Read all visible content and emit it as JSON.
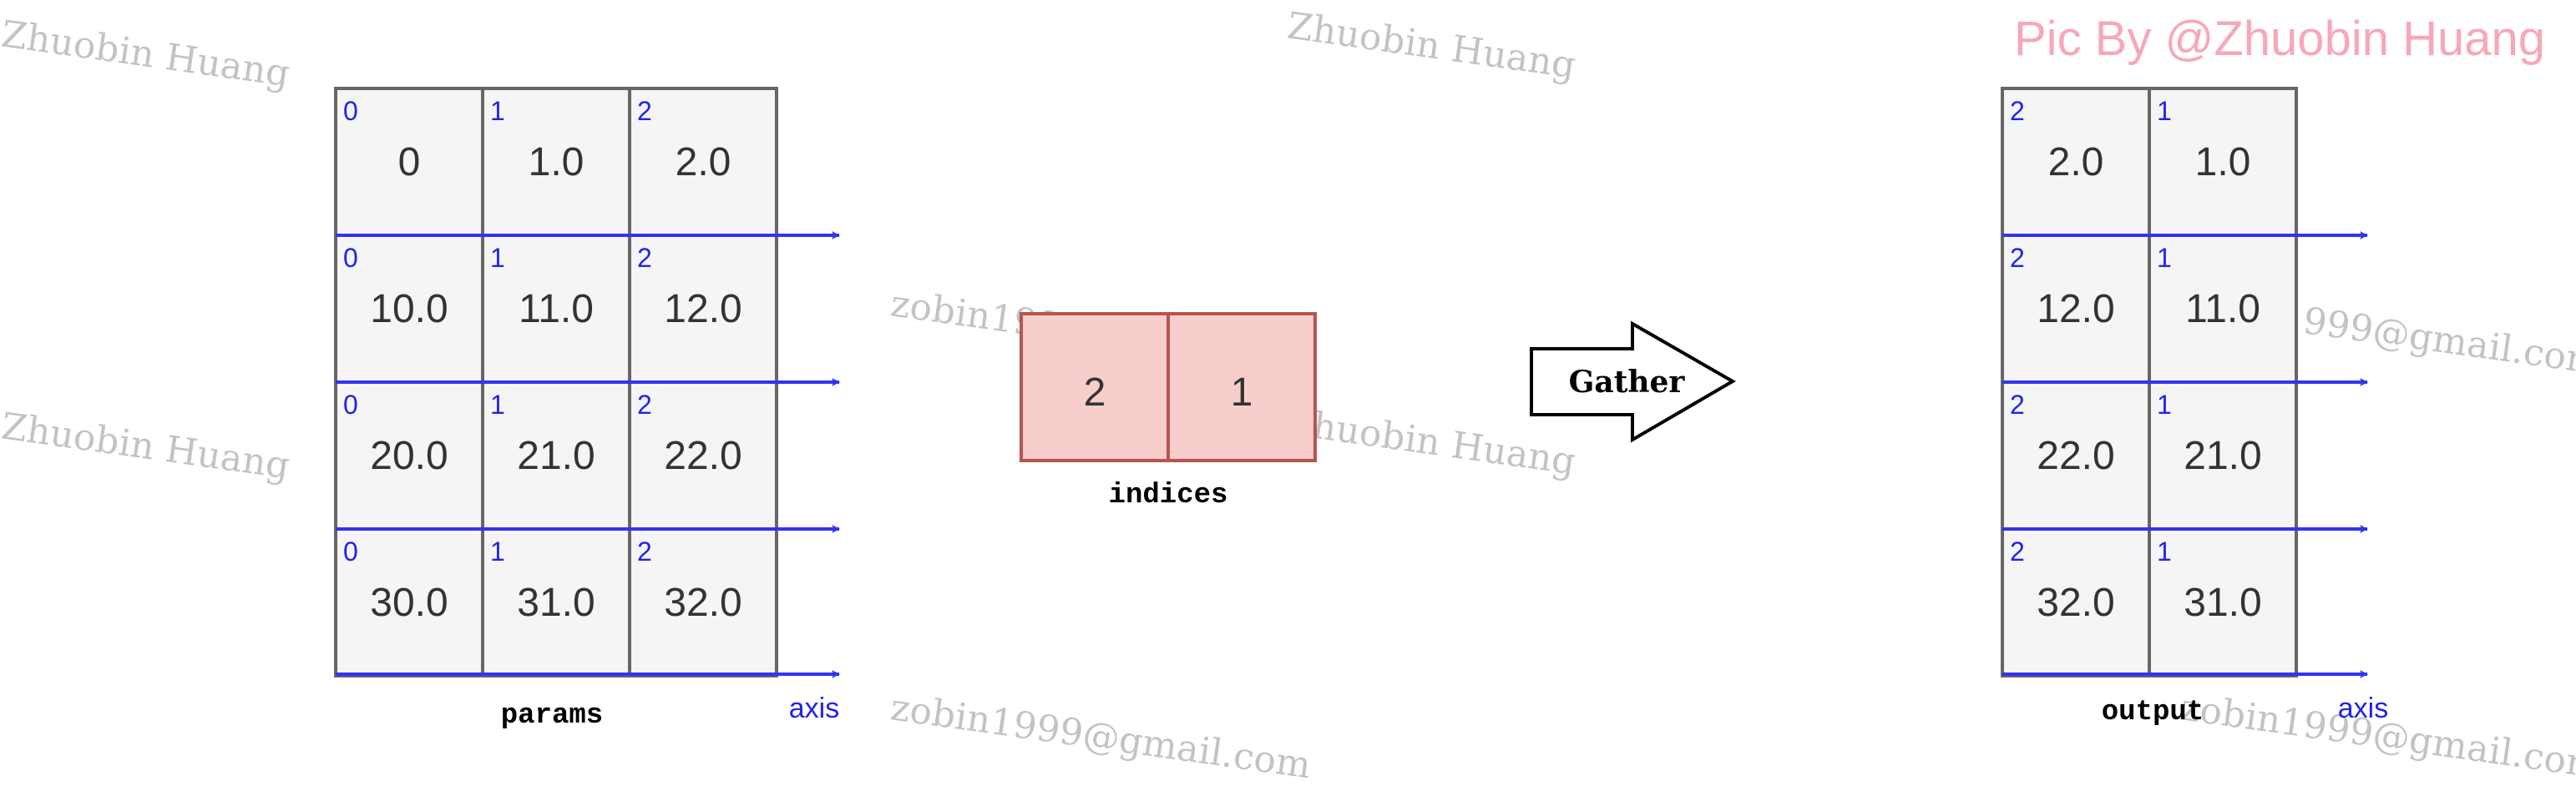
{
  "params": {
    "label": "params",
    "axis_label": "axis",
    "rows": [
      {
        "cells": [
          {
            "index": "0",
            "value": "0"
          },
          {
            "index": "1",
            "value": "1.0"
          },
          {
            "index": "2",
            "value": "2.0"
          }
        ]
      },
      {
        "cells": [
          {
            "index": "0",
            "value": "10.0"
          },
          {
            "index": "1",
            "value": "11.0"
          },
          {
            "index": "2",
            "value": "12.0"
          }
        ]
      },
      {
        "cells": [
          {
            "index": "0",
            "value": "20.0"
          },
          {
            "index": "1",
            "value": "21.0"
          },
          {
            "index": "2",
            "value": "22.0"
          }
        ]
      },
      {
        "cells": [
          {
            "index": "0",
            "value": "30.0"
          },
          {
            "index": "1",
            "value": "31.0"
          },
          {
            "index": "2",
            "value": "32.0"
          }
        ]
      }
    ]
  },
  "indices": {
    "label": "indices",
    "values": [
      "2",
      "1"
    ]
  },
  "operation": {
    "label": "Gather"
  },
  "output": {
    "label": "output",
    "axis_label": "axis",
    "rows": [
      {
        "cells": [
          {
            "index": "2",
            "value": "2.0"
          },
          {
            "index": "1",
            "value": "1.0"
          }
        ]
      },
      {
        "cells": [
          {
            "index": "2",
            "value": "12.0"
          },
          {
            "index": "1",
            "value": "11.0"
          }
        ]
      },
      {
        "cells": [
          {
            "index": "2",
            "value": "22.0"
          },
          {
            "index": "1",
            "value": "21.0"
          }
        ]
      },
      {
        "cells": [
          {
            "index": "2",
            "value": "32.0"
          },
          {
            "index": "1",
            "value": "31.0"
          }
        ]
      }
    ]
  },
  "watermarks": {
    "name": "Zhuobin Huang",
    "email": "zobin1999@gmail.com",
    "credit": "Pic By @Zhuobin Huang"
  },
  "colors": {
    "axis_arrow": "#3333ee",
    "cell_fill": "#f5f5f5",
    "cell_border": "#666666",
    "indices_fill": "#f8cecc",
    "indices_border": "#b85450",
    "credit_text": "#f7a8b8"
  }
}
